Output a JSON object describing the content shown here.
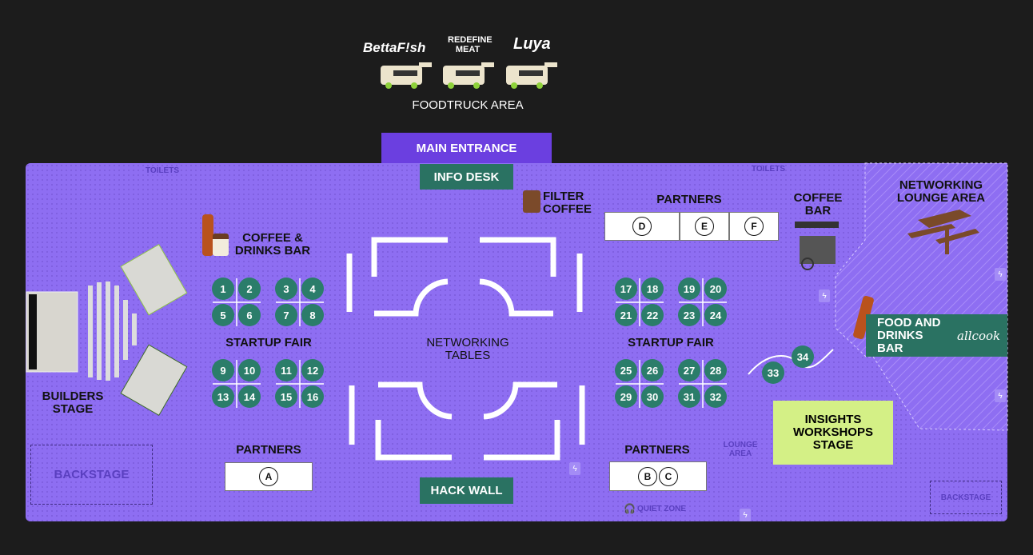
{
  "foodtruck": {
    "label": "FOODTRUCK AREA",
    "vendors": [
      "BettaF!sh",
      "REDEFINE MEAT",
      "Luya"
    ]
  },
  "main_entrance": "MAIN ENTRANCE",
  "info_desk": "INFO DESK",
  "hack_wall": "HACK WALL",
  "toilets_left": "TOILETS",
  "toilets_right": "TOILETS",
  "filter_coffee": "FILTER COFFEE",
  "coffee_drinks_bar": "COFFEE & DRINKS BAR",
  "coffee_bar": "COFFEE BAR",
  "networking_lounge": "NETWORKING LOUNGE AREA",
  "food_drinks_bar": {
    "label": "FOOD AND DRINKS BAR",
    "brand": "allcook"
  },
  "builders_stage": "BUILDERS STAGE",
  "backstage_left": "BACKSTAGE",
  "backstage_right": "BACKSTAGE",
  "startup_fair_left": "STARTUP FAIR",
  "startup_fair_right": "STARTUP FAIR",
  "networking_tables": "NETWORKING TABLES",
  "partners_top": {
    "label": "PARTNERS",
    "slots": [
      "D",
      "E",
      "F"
    ]
  },
  "partners_left": {
    "label": "PARTNERS",
    "slots": [
      "A"
    ]
  },
  "partners_right": {
    "label": "PARTNERS",
    "slots": [
      "B",
      "C"
    ]
  },
  "lounge_area": "LOUNGE AREA",
  "quiet_zone": "QUIET ZONE",
  "insights_stage": "INSIGHTS WORKSHOPS STAGE",
  "booths": [
    "1",
    "2",
    "3",
    "4",
    "5",
    "6",
    "7",
    "8",
    "9",
    "10",
    "11",
    "12",
    "13",
    "14",
    "15",
    "16",
    "17",
    "18",
    "19",
    "20",
    "21",
    "22",
    "23",
    "24",
    "25",
    "26",
    "27",
    "28",
    "29",
    "30",
    "31",
    "32",
    "33",
    "34"
  ],
  "colors": {
    "floor": "#8e6ef2",
    "entrance": "#6b3fe0",
    "teal": "#2a7262",
    "booth": "#2b7d6a",
    "stage": "#d4f086"
  }
}
